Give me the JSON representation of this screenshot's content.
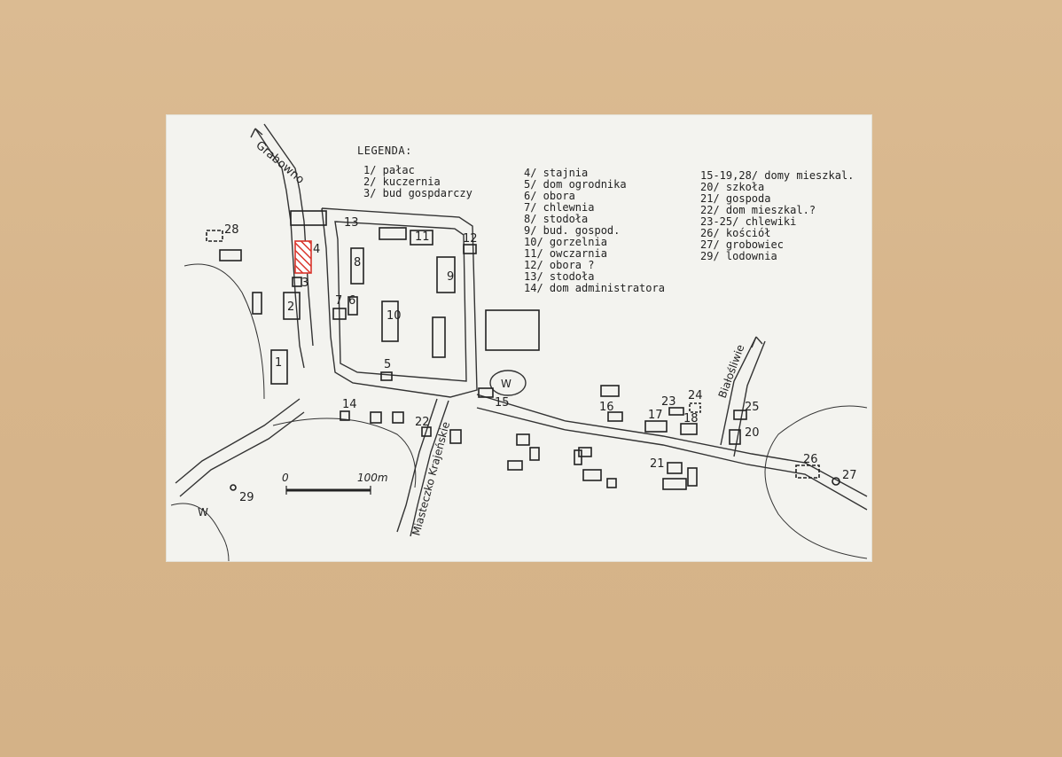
{
  "legend": {
    "title": "LEGENDA:",
    "col1": [
      "1/ pałac",
      "2/ kuczernia",
      "3/ bud gospdarczy"
    ],
    "col2": [
      "4/ stajnia",
      "5/ dom ogrodnika",
      "6/ obora",
      "7/ chlewnia",
      "8/ stodoła",
      "9/ bud. gospod.",
      "10/ gorzelnia",
      "11/ owczarnia",
      "12/ obora ?",
      "13/ stodoła",
      "14/ dom administratora"
    ],
    "col3": [
      "15-19,28/ domy mieszkal.",
      "20/ szkoła",
      "21/ gospoda",
      "22/ dom mieszkal.?",
      "23-25/ chlewiki",
      "26/ kościół",
      "27/ grobowiec",
      "29/ lodownia"
    ]
  },
  "roads": {
    "north": "Grabowno",
    "south": "Miasteczko Krajeńskie",
    "east": "Białośliwie"
  },
  "scale": {
    "start": "0",
    "end": "100m"
  },
  "water_label": "W",
  "numbers": {
    "n1": "1",
    "n2": "2",
    "n3": "3",
    "n4": "4",
    "n5": "5",
    "n6": "6",
    "n7": "7",
    "n8": "8",
    "n9": "9",
    "n10": "10",
    "n11": "11",
    "n12": "12",
    "n13": "13",
    "n14": "14",
    "n15": "15",
    "n16": "16",
    "n17": "17",
    "n18": "18",
    "n21": "21",
    "n22": "22",
    "n23": "23",
    "n24": "24",
    "n25": "25",
    "n26": "26",
    "n27": "27",
    "n28": "28",
    "n29": "29",
    "n20": "20"
  },
  "colors": {
    "board": "#d8b78c",
    "sheet": "#f3f3ef",
    "ink": "#222222",
    "highlight": "#d9342b"
  }
}
